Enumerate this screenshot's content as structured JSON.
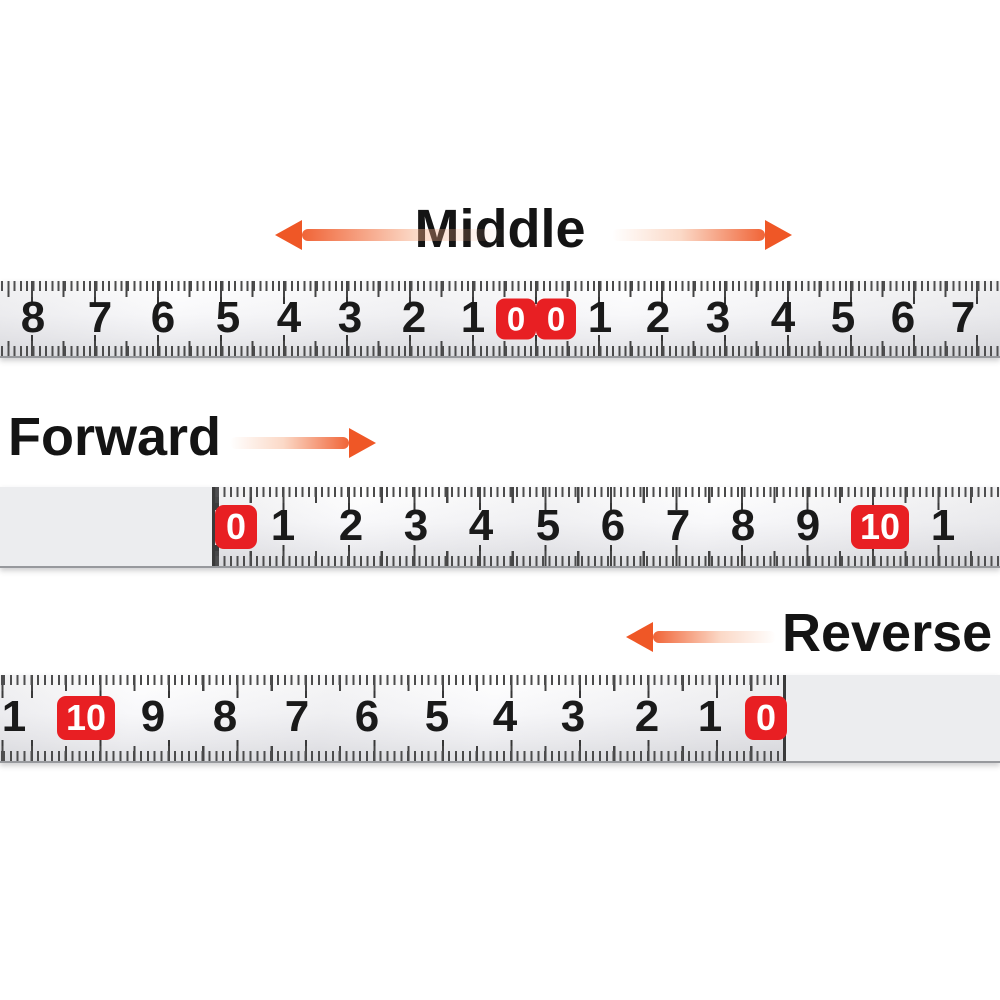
{
  "colors": {
    "badge_red": "#e81f23",
    "arrow_orange": "#ef5726",
    "number_ink": "#1a1a1a",
    "tick_ink": "#3f3f3f",
    "tape_blank_gray": "#ecedef"
  },
  "sections": {
    "middle": {
      "label": "Middle"
    },
    "forward": {
      "label": "Forward"
    },
    "reverse": {
      "label": "Reverse"
    }
  },
  "rulers": {
    "middle": {
      "numbers": [
        "8",
        "7",
        "6",
        "5",
        "4",
        "3",
        "2",
        "1",
        "0",
        "0",
        "1",
        "2",
        "3",
        "4",
        "5",
        "6",
        "7"
      ]
    },
    "forward": {
      "numbers": [
        "0",
        "1",
        "2",
        "3",
        "4",
        "5",
        "6",
        "7",
        "8",
        "9",
        "10",
        "1"
      ]
    },
    "reverse": {
      "numbers": [
        "1",
        "10",
        "9",
        "8",
        "7",
        "6",
        "5",
        "4",
        "3",
        "2",
        "1",
        "0"
      ]
    }
  }
}
